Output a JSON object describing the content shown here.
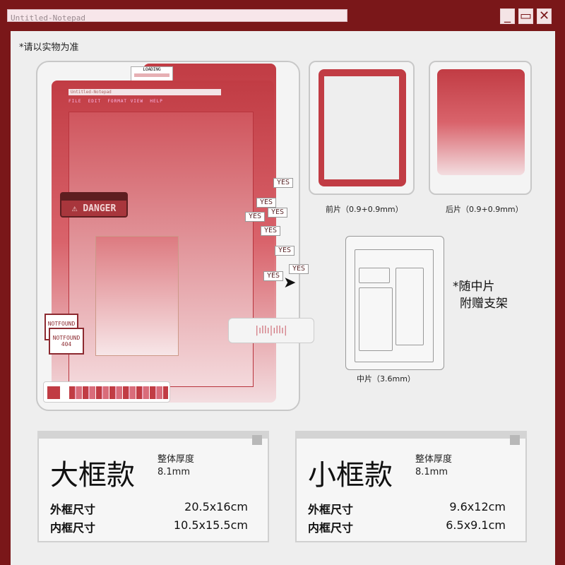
{
  "window": {
    "title": "Untitled-Notepad",
    "minimize_icon": "minimize-icon",
    "maximize_icon": "maximize-icon",
    "close_icon": "close-icon"
  },
  "note": "*请以实物为准",
  "product": {
    "loading_label": "LOADING",
    "inner_title": "Untitled-Notepad",
    "menu": [
      "FILE",
      "EDIT",
      "FORMAT",
      "VIEW",
      "HELP"
    ],
    "danger_label": "DANGER",
    "yes_label": "YES",
    "notfound_label": "NOTFOUND",
    "code_label": "404"
  },
  "pieces": {
    "front": "前片（0.9+0.9mm）",
    "back": "后片（0.9+0.9mm）",
    "middle": "中片（3.6mm）",
    "stand_note_1": "*随中片",
    "stand_note_2": "附赠支架"
  },
  "specs": [
    {
      "name": "大框款",
      "thickness_label": "整体厚度",
      "thickness": "8.1mm",
      "outer_label": "外框尺寸",
      "outer": "20.5x16cm",
      "inner_label": "内框尺寸",
      "inner": "10.5x15.5cm"
    },
    {
      "name": "小框款",
      "thickness_label": "整体厚度",
      "thickness": "8.1mm",
      "outer_label": "外框尺寸",
      "outer": "9.6x12cm",
      "inner_label": "内框尺寸",
      "inner": "6.5x9.1cm"
    }
  ],
  "colors": {
    "frame": "#7a1719",
    "accent": "#c13c44"
  }
}
